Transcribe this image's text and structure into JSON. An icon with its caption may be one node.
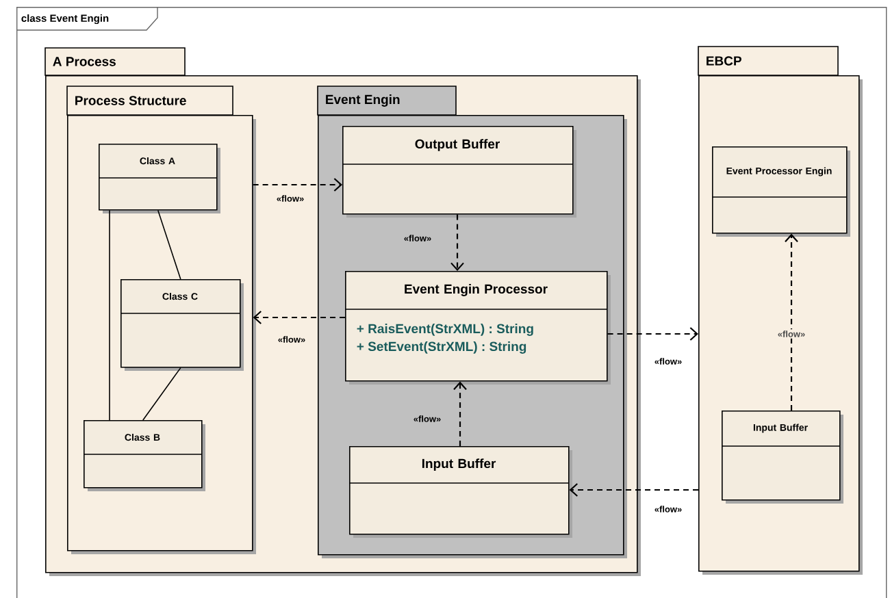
{
  "diagram": {
    "nodes": [
      {
        "text": [
          "class Event Engin"
        ]
      },
      {
        "text": [
          "A Process"
        ],
        "in": 0
      },
      {
        "text": [
          "Process Structure"
        ],
        "in": 1
      },
      {
        "text": [
          "Class A"
        ],
        "in": 2
      },
      {
        "text": [
          "Class C"
        ],
        "in": 2
      },
      {
        "text": [
          "Class B"
        ],
        "in": 2
      },
      {
        "text": [
          "Event Engin"
        ],
        "in": 1
      },
      {
        "text": [
          "Output Buffer"
        ],
        "in": 6
      },
      {
        "text": [
          "Event Engin Processor",
          "+ RaisEvent(StrXML) : String",
          "+ SetEvent(StrXML) : String"
        ],
        "in": 6
      },
      {
        "text": [
          "Input Buffer"
        ],
        "in": 6
      },
      {
        "text": [
          "EBCP"
        ],
        "in": 0
      },
      {
        "text": [
          "Event Processor Engin"
        ],
        "in": 10
      },
      {
        "text": [
          "Input Buffer"
        ],
        "in": 10
      }
    ],
    "edges": [
      {
        "from": 2,
        "to": 7,
        "arrow": "to",
        "label": "«flow»",
        "style": "dashed"
      },
      {
        "from": 7,
        "to": 8,
        "arrow": "to",
        "label": "«flow»",
        "style": "dashed"
      },
      {
        "from": 8,
        "to": 2,
        "arrow": "to",
        "label": "«flow»",
        "style": "dashed"
      },
      {
        "from": 8,
        "to": 10,
        "arrow": "to",
        "label": "«flow»",
        "style": "dashed"
      },
      {
        "from": 9,
        "to": 8,
        "arrow": "to",
        "label": "«flow»",
        "style": "dashed"
      },
      {
        "from": 10,
        "to": 9,
        "arrow": "to",
        "label": "«flow»",
        "style": "dashed"
      },
      {
        "from": 12,
        "to": 11,
        "arrow": "to",
        "label": "«flow»",
        "style": "dashed"
      },
      {
        "from": 3,
        "to": 4,
        "arrow": "none"
      },
      {
        "from": 4,
        "to": 5,
        "arrow": "none"
      },
      {
        "from": 3,
        "to": 5,
        "arrow": "none"
      }
    ]
  }
}
